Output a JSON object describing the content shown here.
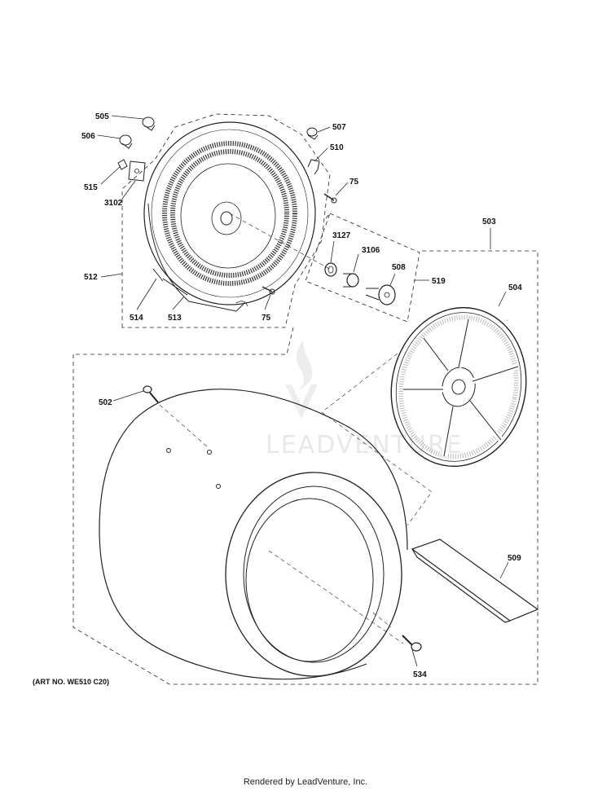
{
  "watermark": {
    "text": "LEADVENTURE"
  },
  "art_number": "(ART NO. WE510 C20)",
  "footer": "Rendered by LeadVenture, Inc.",
  "callouts": {
    "c505": "505",
    "c506": "506",
    "c507": "507",
    "c510": "510",
    "c515": "515",
    "c3102": "3102",
    "c75a": "75",
    "c75b": "75",
    "c512": "512",
    "c514": "514",
    "c513": "513",
    "c503": "503",
    "c3127": "3127",
    "c3106": "3106",
    "c508": "508",
    "c519": "519",
    "c504": "504",
    "c502": "502",
    "c509": "509",
    "c534": "534"
  }
}
